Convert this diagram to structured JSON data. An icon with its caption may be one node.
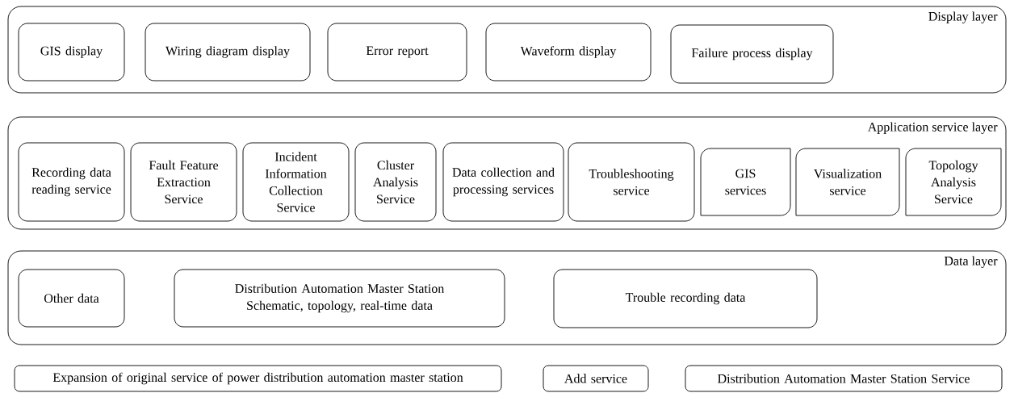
{
  "diagram": {
    "nodes": [
      {
        "text": [
          "Display layer"
        ]
      },
      {
        "text": [
          "GIS display"
        ],
        "in": 0
      },
      {
        "text": [
          "Wiring diagram display"
        ],
        "in": 0
      },
      {
        "text": [
          "Error report"
        ],
        "in": 0
      },
      {
        "text": [
          "Waveform display"
        ],
        "in": 0
      },
      {
        "text": [
          "Failure process display"
        ],
        "in": 0
      },
      {
        "text": [
          "Application service layer"
        ]
      },
      {
        "text": [
          "Recording data reading service"
        ],
        "in": 6
      },
      {
        "text": [
          "Fault Feature Extraction Service"
        ],
        "in": 6
      },
      {
        "text": [
          "Incident Information Collection Service"
        ],
        "in": 6
      },
      {
        "text": [
          "Cluster Analysis Service"
        ],
        "in": 6
      },
      {
        "text": [
          "Data collection and processing services"
        ],
        "in": 6
      },
      {
        "text": [
          "Troubleshooting service"
        ],
        "in": 6
      },
      {
        "text": [
          "GIS services"
        ],
        "in": 6
      },
      {
        "text": [
          "Visualization service"
        ],
        "in": 6
      },
      {
        "text": [
          "Topology Analysis Service"
        ],
        "in": 6
      },
      {
        "text": [
          "Data layer"
        ]
      },
      {
        "text": [
          "Other data"
        ],
        "in": 16
      },
      {
        "text": [
          "Distribution Automation Master Station",
          "Schematic, topology, real-time data"
        ],
        "in": 16
      },
      {
        "text": [
          "Trouble recording data"
        ],
        "in": 16
      },
      {
        "text": [
          "Expansion of original service of power distribution automation master station"
        ]
      },
      {
        "text": [
          "Add service"
        ]
      },
      {
        "text": [
          "Distribution Automation Master Station Service"
        ]
      }
    ]
  }
}
